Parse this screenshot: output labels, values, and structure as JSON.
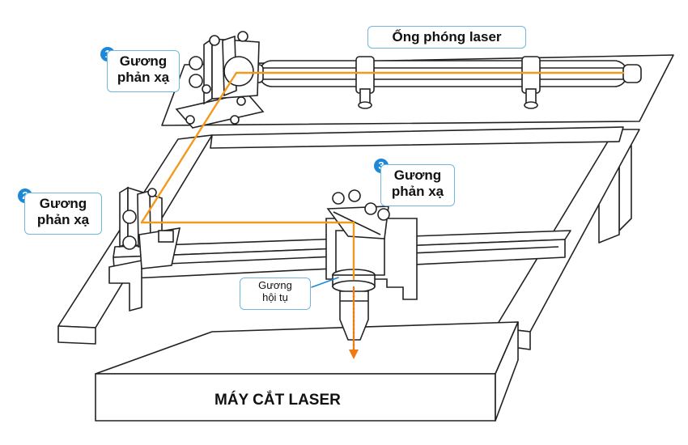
{
  "labels": {
    "tube": "Ống phóng laser",
    "mirror1": {
      "number": "1",
      "line1": "Gương",
      "line2": "phản xạ"
    },
    "mirror2": {
      "number": "2",
      "line1": "Gương",
      "line2": "phản xạ"
    },
    "mirror3": {
      "number": "3",
      "line1": "Gương",
      "line2": "phản xạ"
    },
    "focus_lens": {
      "line1": "Gương",
      "line2": "hội tụ"
    },
    "machine": "MÁY CẮT LASER"
  },
  "colors": {
    "beam": "#f39a1e",
    "cut_beam": "#f07a10",
    "label_border": "#6fb7dc",
    "number_badge": "#1e88d6",
    "line_art": "#222222"
  },
  "icons": [
    "mirror-1-icon",
    "mirror-2-icon",
    "mirror-3-icon",
    "laser-tube-icon",
    "laser-head-icon",
    "focus-lens-icon"
  ]
}
